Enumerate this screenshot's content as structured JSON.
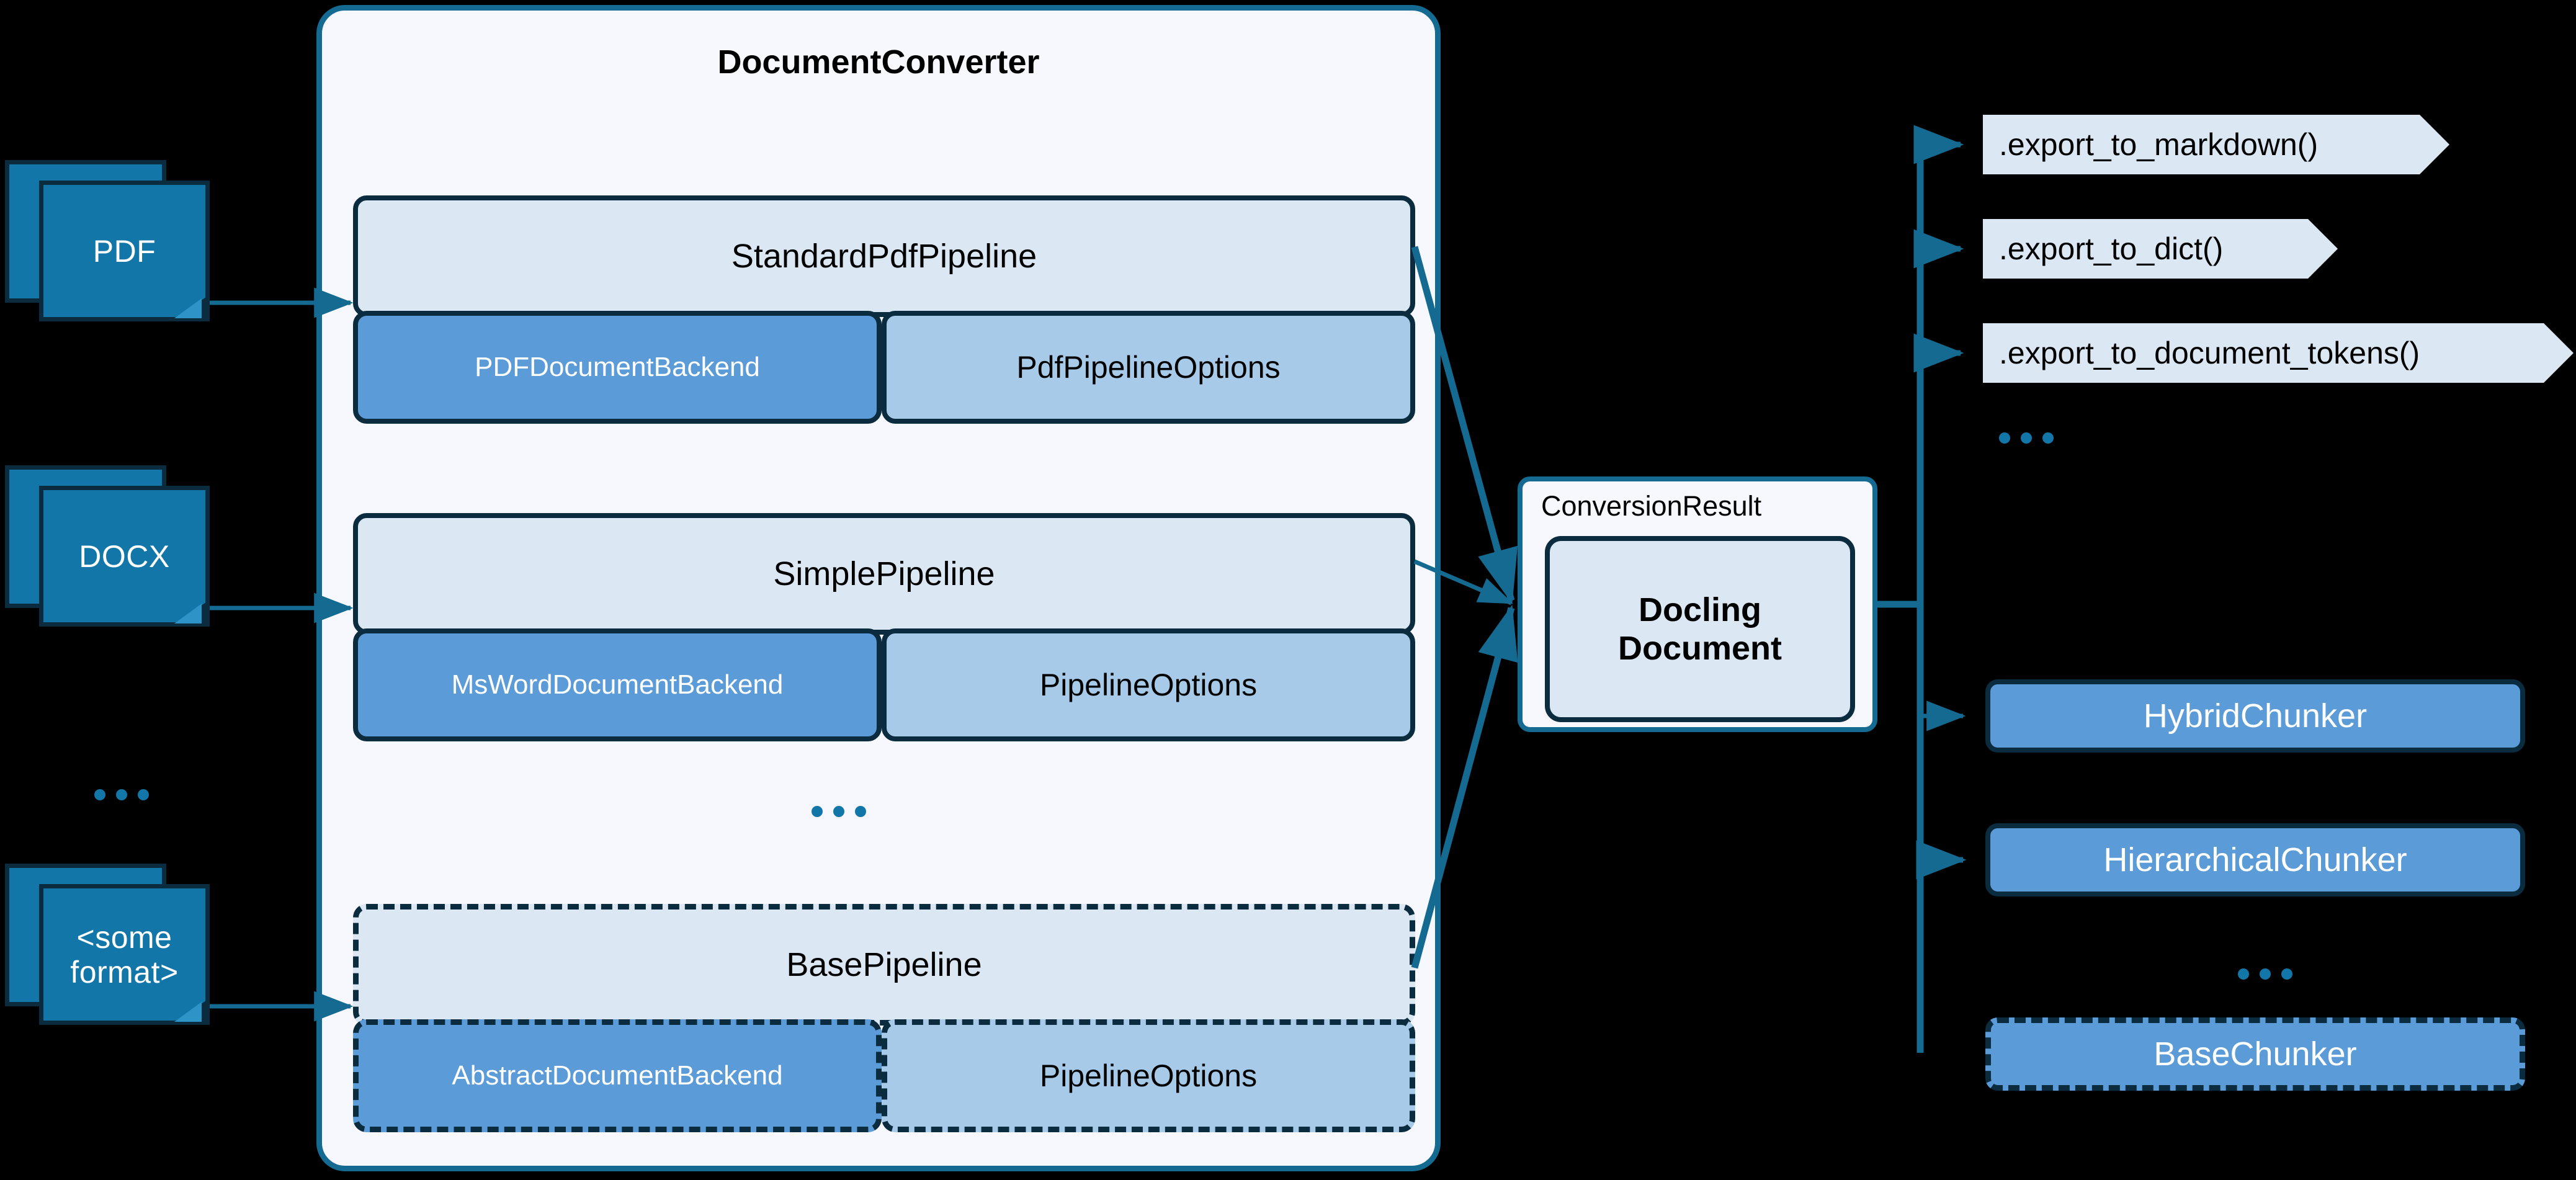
{
  "diagram": {
    "title": "Docling DocumentConverter architecture",
    "colors": {
      "background": "#000000",
      "panel_fill": "#F6F8FD",
      "panel_border": "#156A92",
      "pipeline_head_fill": "#DCE7F4",
      "backend_fill": "#5B9BD8",
      "options_fill": "#A8CAE9",
      "doc_icon_fill": "#1277A8",
      "outline_dark": "#0B2C3E",
      "connector": "#156A92",
      "ellipsis": "#1277A8"
    }
  },
  "inputs": {
    "items": [
      {
        "label": "PDF"
      },
      {
        "label": "DOCX"
      },
      {
        "label": "<some\nformat>",
        "line1": "<some",
        "line2": "format>"
      }
    ],
    "ellipsis": "..."
  },
  "converter": {
    "title": "DocumentConverter",
    "ellipsis": "...",
    "pipelines": [
      {
        "name": "StandardPdfPipeline",
        "backend": "PDFDocumentBackend",
        "options": "PdfPipelineOptions",
        "abstract": false
      },
      {
        "name": "SimplePipeline",
        "backend": "MsWordDocumentBackend",
        "options": "PipelineOptions",
        "abstract": false
      },
      {
        "name": "BasePipeline",
        "backend": "AbstractDocumentBackend",
        "options": "PipelineOptions",
        "abstract": true
      }
    ]
  },
  "result": {
    "label": "ConversionResult",
    "document_line1": "Docling",
    "document_line2": "Document"
  },
  "exports": {
    "items": [
      {
        "label": ".export_to_markdown()"
      },
      {
        "label": ".export_to_dict()"
      },
      {
        "label": ".export_to_document_tokens()"
      }
    ],
    "ellipsis": "..."
  },
  "chunkers": {
    "items": [
      {
        "label": "HybridChunker",
        "abstract": false
      },
      {
        "label": "HierarchicalChunker",
        "abstract": false
      },
      {
        "label": "BaseChunker",
        "abstract": true
      }
    ],
    "ellipsis": "..."
  }
}
